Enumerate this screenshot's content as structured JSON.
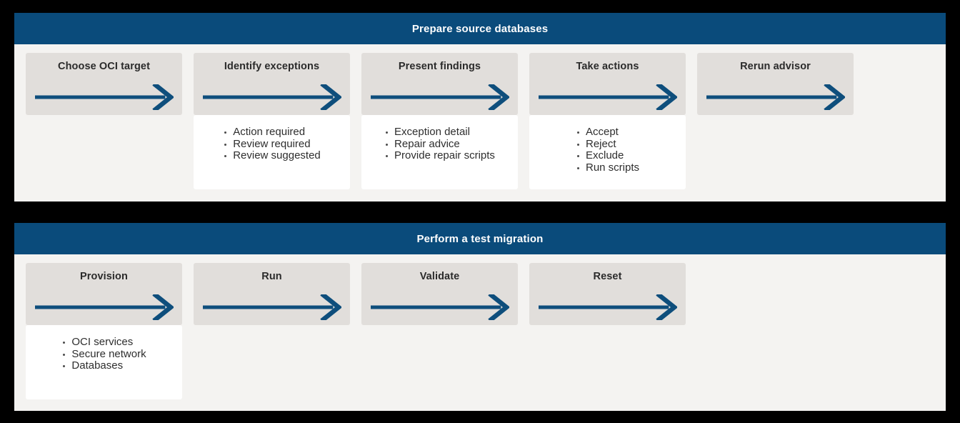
{
  "figure": {
    "background_color": "#000000",
    "panel_color": "#f4f3f1",
    "header_color": "#0a4b7b",
    "card_color": "#e1dedb",
    "detail_color": "#ffffff",
    "arrow_color": "#0e4e7c"
  },
  "sections": [
    {
      "title": "Prepare source databases",
      "stages": [
        {
          "title": "Choose OCI target",
          "arrow_icon": "right-arrow-icon",
          "details": []
        },
        {
          "title": "Identify exceptions",
          "arrow_icon": "right-arrow-icon",
          "details": [
            "Action required",
            "Review required",
            "Review suggested"
          ]
        },
        {
          "title": "Present findings",
          "arrow_icon": "right-arrow-icon",
          "details": [
            "Exception detail",
            "Repair advice",
            "Provide repair scripts"
          ]
        },
        {
          "title": "Take actions",
          "arrow_icon": "right-arrow-icon",
          "details": [
            "Accept",
            "Reject",
            "Exclude",
            "Run scripts"
          ]
        },
        {
          "title": "Rerun advisor",
          "arrow_icon": "right-arrow-icon",
          "details": []
        }
      ]
    },
    {
      "title": "Perform a test migration",
      "stages": [
        {
          "title": "Provision",
          "arrow_icon": "right-arrow-icon",
          "details": [
            "OCI services",
            "Secure network",
            "Databases"
          ]
        },
        {
          "title": "Run",
          "arrow_icon": "right-arrow-icon",
          "details": []
        },
        {
          "title": "Validate",
          "arrow_icon": "right-arrow-icon",
          "details": []
        },
        {
          "title": "Reset",
          "arrow_icon": "right-arrow-icon",
          "details": []
        }
      ]
    }
  ]
}
